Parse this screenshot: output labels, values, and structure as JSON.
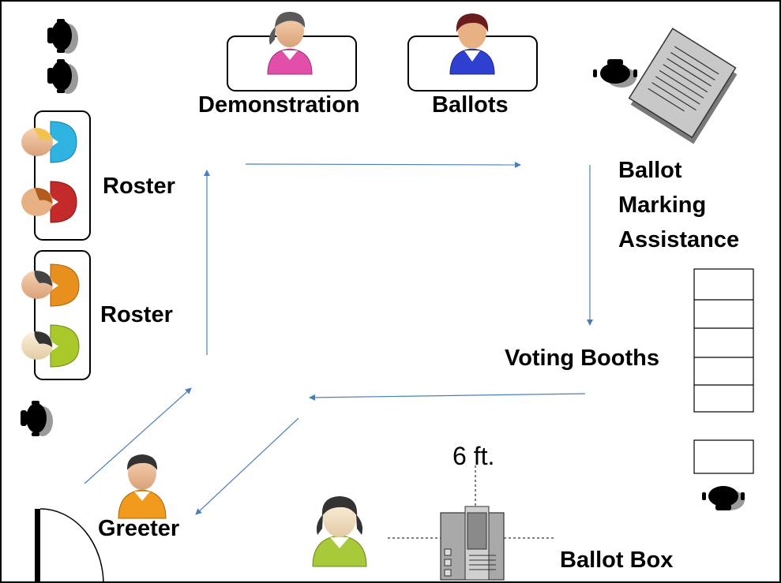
{
  "labels": {
    "demonstration": "Demonstration",
    "ballots": "Ballots",
    "roster_top": "Roster",
    "roster_bottom": "Roster",
    "ballot_marking_assistance": [
      "Ballot",
      "Marking",
      "Assistance"
    ],
    "voting_booths": "Voting Booths",
    "greeter": "Greeter",
    "distance": "6 ft.",
    "ballot_box": "Ballot Box"
  },
  "colors": {
    "arrow": "#4a7ebb",
    "pink_worker": "#e24fa8",
    "blue_worker": "#2f3fd0",
    "cyan_worker": "#2fb3e0",
    "red_worker": "#c42a2a",
    "orange_worker": "#e8901e",
    "lime_worker": "#a9c92b",
    "greeter": "#f19a1c",
    "observer": "#a7c93a"
  },
  "icons": [
    "person-icon",
    "chair-icon",
    "document-icon",
    "ballot-box-icon",
    "door-icon",
    "voting-booth-icon"
  ]
}
